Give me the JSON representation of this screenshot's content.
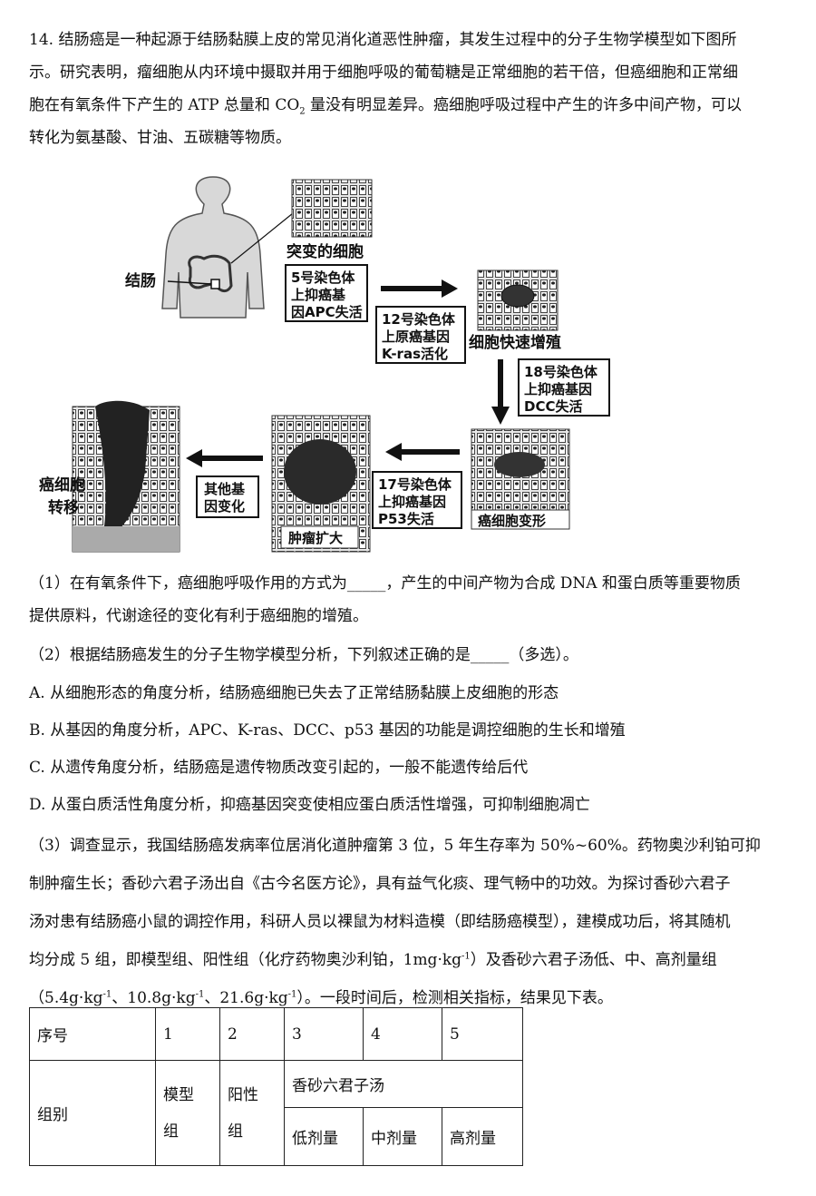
{
  "intro": {
    "line1": "14. 结肠癌是一种起源于结肠黏膜上皮的常见消化道恶性肿瘤，其发生过程中的分子生物学模型如下图所",
    "line2": "示。研究表明，瘤细胞从内环境中摄取并用于细胞呼吸的葡萄糖是正常细胞的若干倍，但癌细胞和正常细",
    "line3_a": "胞在有氧条件下产生的 ATP 总量和 CO",
    "line3_sub": "2",
    "line3_b": " 量没有明显差异。癌细胞呼吸过程中产生的许多中间产物，可以",
    "line4": "转化为氨基酸、甘油、五碳糖等物质。"
  },
  "figure": {
    "colon_label": "结肠",
    "mutated_cell": "突变的细胞",
    "apc_box": [
      "5号染色体",
      "上抑癌基",
      "因APC失活"
    ],
    "kras_box": [
      "12号染色体",
      "上原癌基因",
      "K-ras活化"
    ],
    "rapid_growth": "细胞快速增殖",
    "dcc_box": [
      "18号染色体",
      "上抑癌基因",
      "DCC失活"
    ],
    "deform_label": "癌细胞变形",
    "p53_box": [
      "17号染色体",
      "上抑癌基因",
      "P53失活"
    ],
    "tumor_label": "肿瘤扩大",
    "other_box": [
      "其他基",
      "因变化"
    ],
    "metastasis": [
      "癌细胞",
      "转移"
    ]
  },
  "q1": {
    "line1": "（1）在有氧条件下，癌细胞呼吸作用的方式为_____，产生的中间产物为合成 DNA 和蛋白质等重要物质",
    "line2": "提供原料，代谢途径的变化有利于癌细胞的增殖。"
  },
  "q2": {
    "stem": "（2）根据结肠癌发生的分子生物学模型分析，下列叙述正确的是_____（多选）。",
    "options": [
      "A. 从细胞形态的角度分析，结肠癌细胞已失去了正常结肠黏膜上皮细胞的形态",
      "B. 从基因的角度分析，APC、K-ras、DCC、p53 基因的功能是调控细胞的生长和增殖",
      "C. 从遗传角度分析，结肠癌是遗传物质改变引起的，一般不能遗传给后代",
      "D. 从蛋白质活性角度分析，抑癌基因突变使相应蛋白质活性增强，可抑制细胞凋亡"
    ]
  },
  "q3": {
    "line1": "（3）调查显示，我国结肠癌发病率位居消化道肿瘤第 3 位，5 年生存率为 50%~60%。药物奥沙利铂可抑",
    "line2": "制肿瘤生长；香砂六君子汤出自《古今名医方论》，具有益气化痰、理气畅中的功效。为探讨香砂六君子",
    "line3": "汤对患有结肠癌小鼠的调控作用，科研人员以裸鼠为材料造模（即结肠癌模型），建模成功后，将其随机",
    "line4_a": "均分成 5 组，即模型组、阳性组（化疗药物奥沙利铂，1mg·kg",
    "line4_sup": "-1",
    "line4_b": "）及香砂六君子汤低、中、高剂量组",
    "line5_a": "（5.4g·kg",
    "sup1": "-1",
    "line5_b": "、10.8g·kg",
    "sup2": "-1",
    "line5_c": "、21.6g·kg",
    "sup3": "-1",
    "line5_d": "）。一段时间后，检测相关指标，结果见下表。"
  },
  "table": {
    "row1_label": "序号",
    "numbers": [
      "1",
      "2",
      "3",
      "4",
      "5"
    ],
    "group_label": "组别",
    "model": [
      "模型",
      "组"
    ],
    "positive": [
      "阳性",
      "组"
    ],
    "herbal": "香砂六君子汤",
    "doses": [
      "低剂量",
      "中剂量",
      "高剂量"
    ]
  }
}
